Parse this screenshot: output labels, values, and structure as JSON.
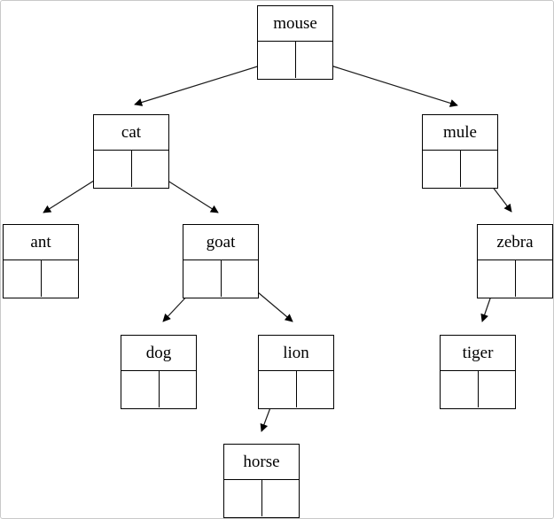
{
  "page": {
    "background_color": "#ffffff",
    "frame_color": "#c9c9c9",
    "line_color": "#000000"
  },
  "diagram": {
    "type": "binary-tree",
    "description": "Binary tree of animal-name nodes; each node drawn as a record with a label row and two pointer cells",
    "root": "mouse",
    "nodes": {
      "mouse": {
        "label": "mouse",
        "left_child": "cat",
        "right_child": "mule"
      },
      "cat": {
        "label": "cat",
        "left_child": "ant",
        "right_child": "goat"
      },
      "mule": {
        "label": "mule",
        "left_child": null,
        "right_child": "zebra"
      },
      "ant": {
        "label": "ant",
        "left_child": null,
        "right_child": null
      },
      "goat": {
        "label": "goat",
        "left_child": "dog",
        "right_child": "lion"
      },
      "zebra": {
        "label": "zebra",
        "left_child": "tiger",
        "right_child": null
      },
      "dog": {
        "label": "dog",
        "left_child": null,
        "right_child": null
      },
      "lion": {
        "label": "lion",
        "left_child": "horse",
        "right_child": null
      },
      "tiger": {
        "label": "tiger",
        "left_child": null,
        "right_child": null
      },
      "horse": {
        "label": "horse",
        "left_child": null,
        "right_child": null
      }
    },
    "edges": [
      {
        "from": "mouse",
        "from_cell": "left",
        "to": "cat"
      },
      {
        "from": "mouse",
        "from_cell": "right",
        "to": "mule"
      },
      {
        "from": "cat",
        "from_cell": "left",
        "to": "ant"
      },
      {
        "from": "cat",
        "from_cell": "right",
        "to": "goat"
      },
      {
        "from": "goat",
        "from_cell": "left",
        "to": "dog"
      },
      {
        "from": "goat",
        "from_cell": "right",
        "to": "lion"
      },
      {
        "from": "mule",
        "from_cell": "right",
        "to": "zebra"
      },
      {
        "from": "zebra",
        "from_cell": "left",
        "to": "tiger"
      },
      {
        "from": "lion",
        "from_cell": "left",
        "to": "horse"
      }
    ]
  }
}
